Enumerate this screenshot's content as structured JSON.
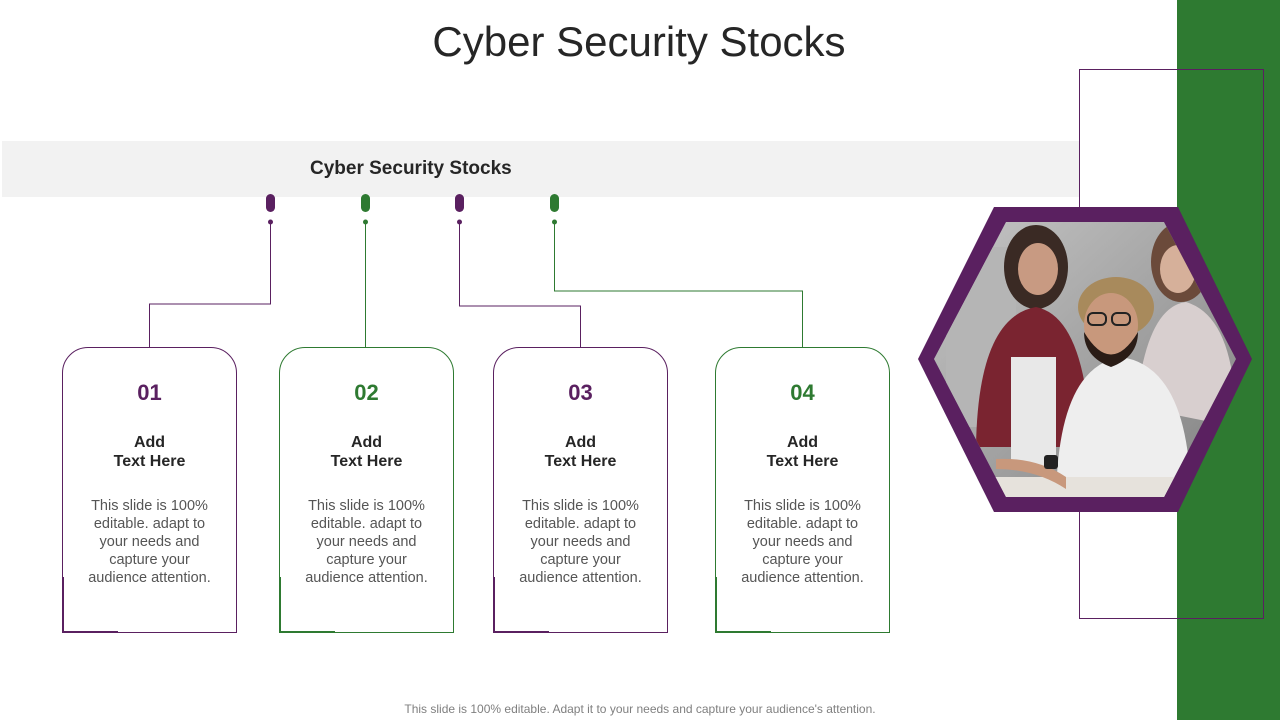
{
  "title": "Cyber Security Stocks",
  "band_label": "Cyber Security Stocks",
  "cards": [
    {
      "number": "01",
      "heading": "Add\nText Here",
      "body": "This slide is 100% editable. adapt to your needs and capture your audience attention."
    },
    {
      "number": "02",
      "heading": "Add\nText Here",
      "body": "This slide is 100% editable. adapt to your needs and capture your audience attention."
    },
    {
      "number": "03",
      "heading": "Add\nText Here",
      "body": "This slide is 100% editable. adapt to your needs and capture your audience attention."
    },
    {
      "number": "04",
      "heading": "Add\nText Here",
      "body": "This slide is 100% editable. adapt to your needs and capture your audience attention."
    }
  ],
  "footer": "This slide is 100% editable. Adapt it to your needs and capture your audience's attention.",
  "colors": {
    "purple": "#5a2060",
    "green": "#2e7a31",
    "band": "#f2f2f2"
  },
  "image": {
    "icon": "team-photo-icon"
  }
}
